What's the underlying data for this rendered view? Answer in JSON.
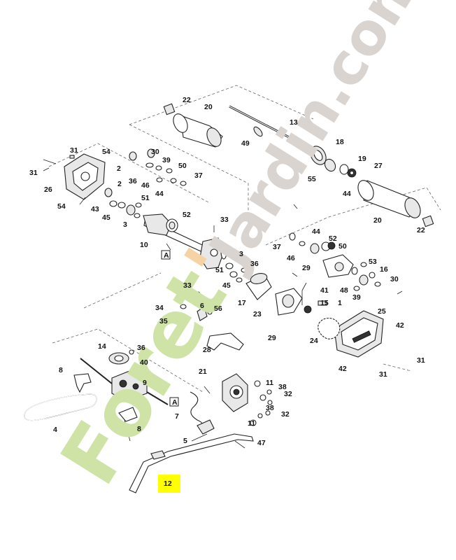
{
  "watermark": {
    "text_green": "Foret",
    "text_apostrophe": "'",
    "text_rest": "Jardin.com",
    "color_green": "#cfe3a6",
    "color_orange": "#f6d3a4",
    "color_grey": "#d9d4cf"
  },
  "highlight_color": "#ffff00",
  "labels": {
    "l1": "1",
    "l2a": "2",
    "l2b": "2",
    "l3a": "3",
    "l3b": "3",
    "l4": "4",
    "l5": "5",
    "l6": "6",
    "l7": "7",
    "l8a": "8",
    "l8b": "8",
    "l9": "9",
    "l10": "10",
    "l11a": "11",
    "l11b": "11",
    "l12": "12",
    "l13": "13",
    "l14": "14",
    "l15": "15",
    "l16": "16",
    "l17": "17",
    "l18": "18",
    "l19": "19",
    "l20a": "20",
    "l20b": "20",
    "l21": "21",
    "l22a": "22",
    "l22b": "22",
    "l23": "23",
    "l24": "24",
    "l25": "25",
    "l26": "26",
    "l27": "27",
    "l28": "28",
    "l29a": "29",
    "l29b": "29",
    "l30a": "30",
    "l30b": "30",
    "l31a": "31",
    "l31b": "31",
    "l31c": "31",
    "l31d": "31",
    "l32a": "32",
    "l32b": "32",
    "l33a": "33",
    "l33b": "33",
    "l34": "34",
    "l35": "35",
    "l36a": "36",
    "l36b": "36",
    "l37a": "37",
    "l37b": "37",
    "l38a": "38",
    "l38b": "38",
    "l39a": "39",
    "l39b": "39",
    "l40": "40",
    "l41": "41",
    "l42a": "42",
    "l42b": "42",
    "l43": "43",
    "l44a": "44",
    "l44b": "44",
    "l44c": "44",
    "l45a": "45",
    "l45b": "45",
    "l46a": "46",
    "l46b": "46",
    "l47": "47",
    "l48": "48",
    "l49": "49",
    "l50a": "50",
    "l50b": "50",
    "l51a": "51",
    "l51b": "51",
    "l52a": "52",
    "l52b": "52",
    "l53": "53",
    "l54a": "54",
    "l54b": "54",
    "l55": "55",
    "l56": "56",
    "refA1": "A",
    "refA2": "A"
  }
}
